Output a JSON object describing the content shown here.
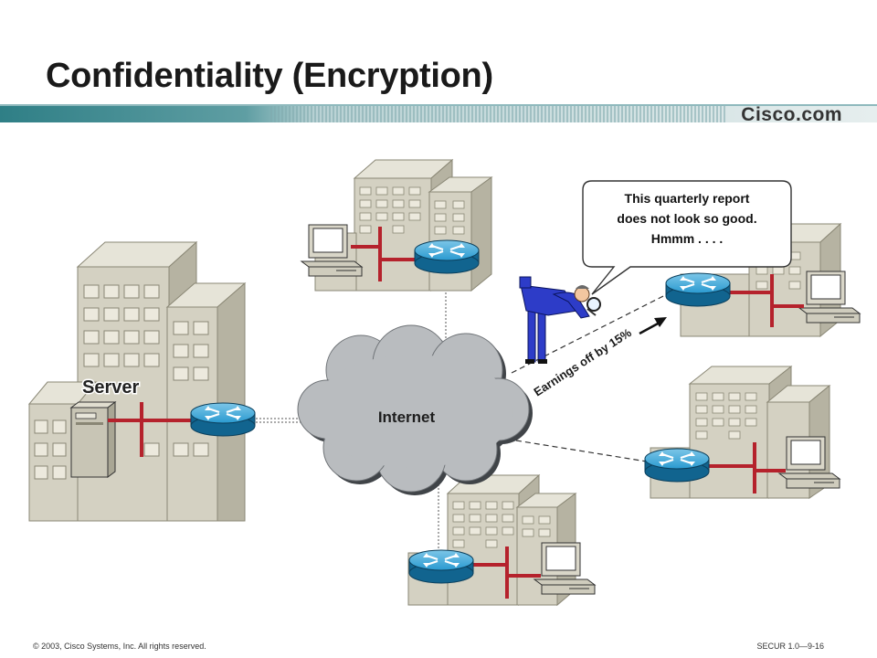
{
  "slide": {
    "title": "Confidentiality (Encryption)",
    "brand": "Cisco.com",
    "footer_left": "© 2003, Cisco Systems, Inc. All rights reserved.",
    "footer_right": "SECUR 1.0—9-16"
  },
  "diagram": {
    "server_label": "Server",
    "internet_label": "Internet",
    "intercept_label": "Earnings off by 15%",
    "speech_lines": [
      "This quarterly report",
      "does not look so good.",
      "Hmmm . . . ."
    ]
  },
  "colors": {
    "accent_teal": "#3d8a90",
    "building_fill": "#d4d1c2",
    "router_blue": "#1f8fc4",
    "link_red": "#b5222c",
    "cloud_fill": "#b9bcbf",
    "spy_suit": "#2d3cc8"
  }
}
